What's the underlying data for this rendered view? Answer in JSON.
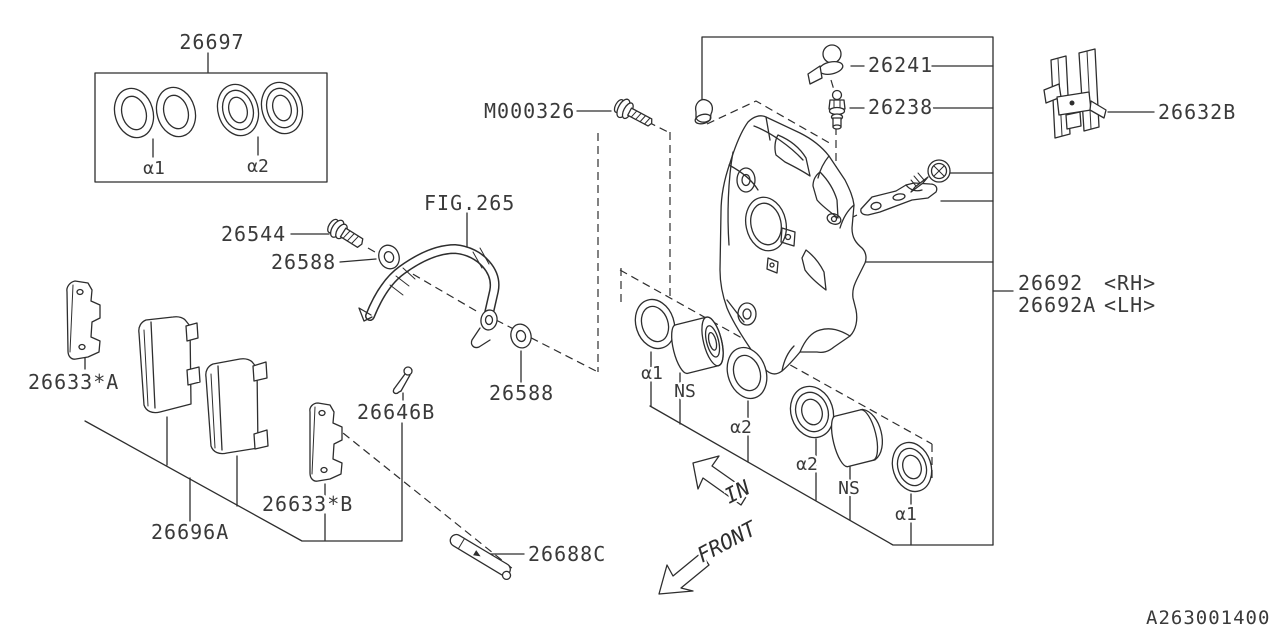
{
  "page": {
    "background": "#ffffff",
    "line_color": "#2e2e2e",
    "text_color": "#3a3a3a"
  },
  "doc": {
    "number": "A263001400"
  },
  "parts": {
    "seal_kit": "26697",
    "alpha1": "α1",
    "alpha2": "α2",
    "m_bolt": "M000326",
    "bleeder_cap": "26241",
    "air_bleeder": "26238",
    "pad_clip_set": "26632B",
    "banjo_bolt": "26544",
    "gasket": "26588",
    "hose_fig": "FIG.265",
    "shim_outer": "26633*A",
    "wear_indicator": "26646B",
    "shim_inner": "26633*B",
    "pad_kit": "26696A",
    "guide_pin": "26688C",
    "caliper_rh_num": "26692",
    "caliper_rh_side": "<RH>",
    "caliper_lh_num": "26692A",
    "caliper_lh_side": "<LH>",
    "ns": "NS",
    "dir_in": "IN",
    "dir_front": "FRONT"
  }
}
